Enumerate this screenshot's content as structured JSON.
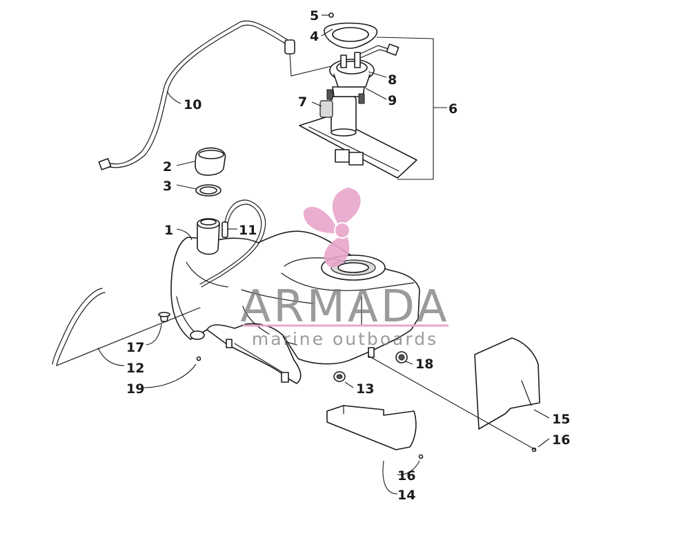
{
  "watermark": {
    "brand": "ARMADA",
    "tagline": "marine outboards",
    "brand_color": "#e8a6cb",
    "text_color": "#7a7a7a"
  },
  "callouts": [
    {
      "id": "c1",
      "label": "1"
    },
    {
      "id": "c2",
      "label": "2"
    },
    {
      "id": "c3",
      "label": "3"
    },
    {
      "id": "c4",
      "label": "4"
    },
    {
      "id": "c5",
      "label": "5"
    },
    {
      "id": "c6",
      "label": "6"
    },
    {
      "id": "c7",
      "label": "7"
    },
    {
      "id": "c8",
      "label": "8"
    },
    {
      "id": "c9",
      "label": "9"
    },
    {
      "id": "c10",
      "label": "10"
    },
    {
      "id": "c11",
      "label": "11"
    },
    {
      "id": "c12",
      "label": "12"
    },
    {
      "id": "c13",
      "label": "13"
    },
    {
      "id": "c14",
      "label": "14"
    },
    {
      "id": "c15",
      "label": "15"
    },
    {
      "id": "c16a",
      "label": "16"
    },
    {
      "id": "c16b",
      "label": "16"
    },
    {
      "id": "c17",
      "label": "17"
    },
    {
      "id": "c18",
      "label": "18"
    },
    {
      "id": "c19",
      "label": "19"
    }
  ]
}
